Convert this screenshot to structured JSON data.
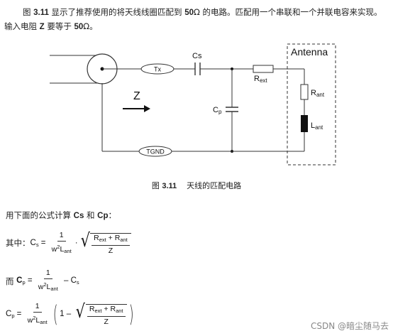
{
  "intro": {
    "line1_a": "图 ",
    "line1_b": "3.11",
    "line1_c": " 显示了推荐使用的将天线线圈匹配到 ",
    "line1_d": "50",
    "line1_e": "Ω 的电路。匹配用一个串联和一个并联电容来实现。",
    "line2_a": "输入电阻 ",
    "line2_b": "Z",
    "line2_c": " 要等于 ",
    "line2_d": "50",
    "line2_e": "Ω。"
  },
  "circuit": {
    "antenna_label": "Antenna",
    "tx_label": "Tx",
    "tgnd_label": "TGND",
    "cs_label": "Cs",
    "cp_c": "C",
    "cp_sub": "p",
    "rext_r": "R",
    "rext_sub": "ext",
    "rant_r": "R",
    "rant_sub": "ant",
    "lant_l": "L",
    "lant_sub": "ant",
    "z_label": "Z"
  },
  "caption": {
    "a": "图 ",
    "b": "3.11",
    "c": "    天线的匹配电路"
  },
  "formula_intro": {
    "a": "用下面的公式计算 ",
    "b": "Cs",
    "c": " 和 ",
    "d": "Cp",
    "e": "："
  },
  "eq1": {
    "prefix": "其中：",
    "lhs": "C",
    "lhs_sub": "s",
    "eq": " = ",
    "num": "1",
    "den_w": "w",
    "den_sup": "2",
    "den_L": "L",
    "den_sub": "ant",
    "dot": "·",
    "r_num_a": "R",
    "r_num_a_sub": "ext",
    "r_plus": " + ",
    "r_num_b": "R",
    "r_num_b_sub": "ant",
    "r_den": "Z"
  },
  "eq2": {
    "prefix": "而 ",
    "lhs": "C",
    "lhs_sub": "p",
    "eq": " = ",
    "num": "1",
    "den_w": "w",
    "den_sup": "2",
    "den_L": "L",
    "den_sub": "ant",
    "minus": " – C",
    "minus_sub": "s"
  },
  "eq3": {
    "lhs": "C",
    "lhs_sub": "p",
    "eq": " = ",
    "num": "1",
    "den_w": "w",
    "den_sup": "2",
    "den_L": "L",
    "den_sub": "ant",
    "open": "(",
    "one": "1 – ",
    "r_num_a": "R",
    "r_num_a_sub": "ext",
    "r_plus": " + ",
    "r_num_b": "R",
    "r_num_b_sub": "ant",
    "r_den": "Z",
    "close": ")"
  },
  "watermark": "CSDN @暗尘随马去"
}
